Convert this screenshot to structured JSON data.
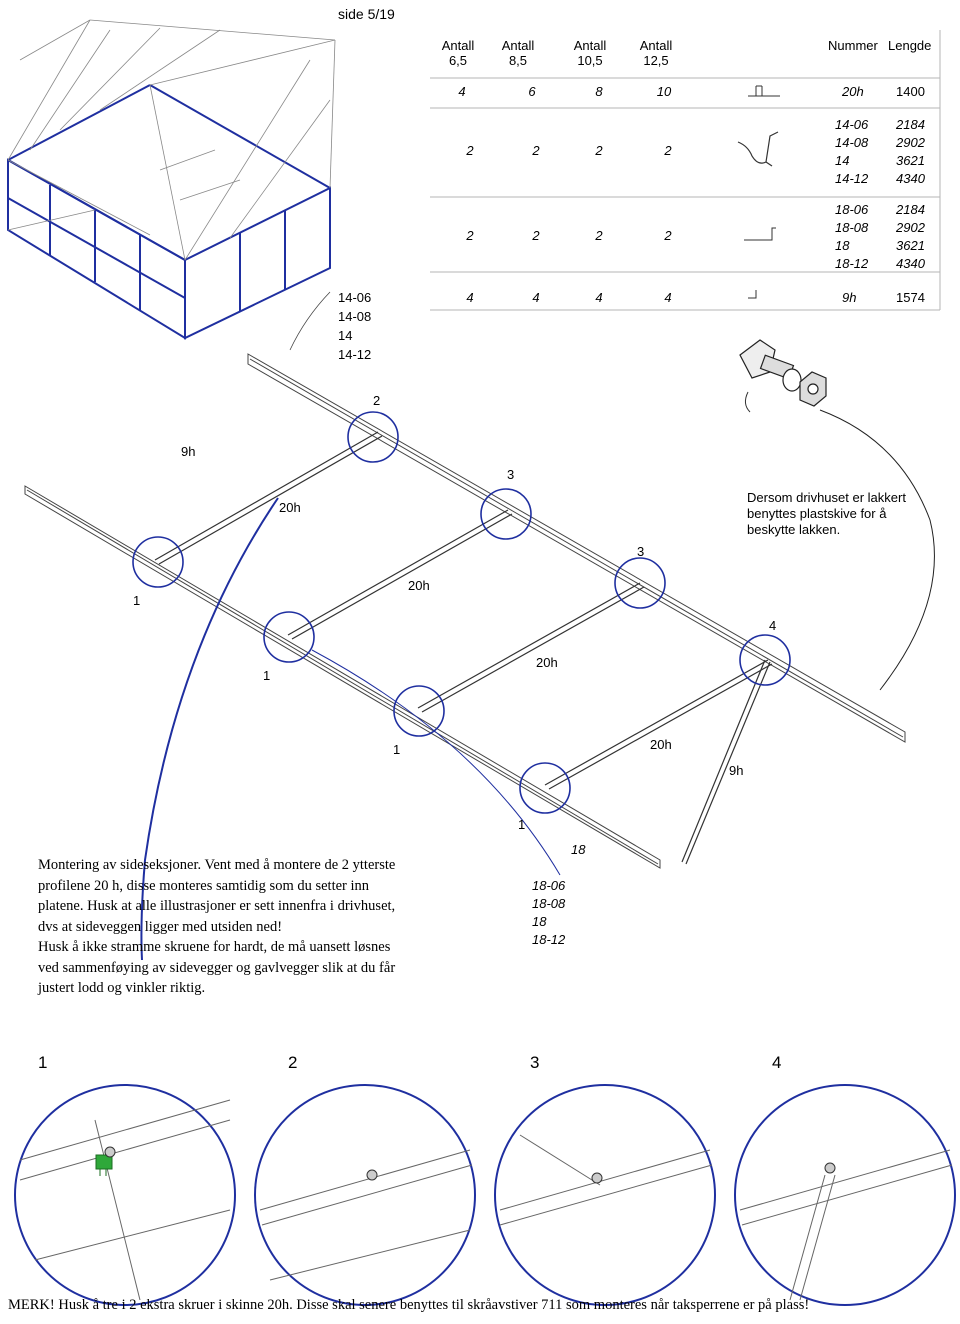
{
  "page_label": "side 5/19",
  "table": {
    "headers": [
      "Antall 6,5",
      "Antall 8,5",
      "Antall 10,5",
      "Antall 12,5",
      "Nummer",
      "Lengde"
    ],
    "header_lines": [
      [
        "Antall",
        "6,5"
      ],
      [
        "Antall",
        "8,5"
      ],
      [
        "Antall",
        "10,5"
      ],
      [
        "Antall",
        "12,5"
      ]
    ],
    "nummer_label": "Nummer",
    "lengde_label": "Lengde",
    "rows": [
      {
        "qty": [
          "4",
          "6",
          "8",
          "10"
        ],
        "icon": "rail-profile-icon",
        "numbers": [
          "20h"
        ],
        "lengths": [
          "1400"
        ]
      },
      {
        "qty": [
          "2",
          "2",
          "2",
          "2"
        ],
        "icon": "gutter-profile-icon",
        "numbers": [
          "14-06",
          "14-08",
          "14",
          "14-12"
        ],
        "lengths": [
          "2184",
          "2902",
          "3621",
          "4340"
        ]
      },
      {
        "qty": [
          "2",
          "2",
          "2",
          "2"
        ],
        "icon": "angle-profile-icon",
        "numbers": [
          "18-06",
          "18-08",
          "18",
          "18-12"
        ],
        "lengths": [
          "2184",
          "2902",
          "3621",
          "4340"
        ]
      },
      {
        "qty": [
          "4",
          "4",
          "4",
          "4"
        ],
        "icon": "brace-profile-icon",
        "numbers": [
          "9h"
        ],
        "lengths": [
          "1574"
        ]
      }
    ]
  },
  "drawing_labels": {
    "left_group": [
      "14-06",
      "14-08",
      "14",
      "14-12"
    ],
    "bottom_group": [
      "18-06",
      "18-08",
      "18",
      "18-12"
    ],
    "l_18": "18",
    "l_2": "2",
    "l_9h_top": "9h",
    "l_3a": "3",
    "l_20h_a": "20h",
    "l_3b": "3",
    "l_1a": "1",
    "l_20h_b": "20h",
    "l_4": "4",
    "l_1b": "1",
    "l_20h_c": "20h",
    "l_1c": "1",
    "l_20h_d": "20h",
    "l_9h_right": "9h",
    "l_1d": "1"
  },
  "note_lacquer": "Dersom drivhuset er lakkert benyttes plastskive for å beskytte lakken.",
  "instructions": [
    "Montering av sideseksjoner. Vent med å montere de 2 ytterste profilene 20 h, disse monteres samtidig som du setter inn platene. Husk at alle illustrasjoner er sett innenfra i drivhuset, dvs at sideveggen ligger med utsiden ned!",
    "Husk å ikke stramme skruene for hardt, de må uansett løsnes ved sammenføying av sidevegger og gavlvegger slik at du får justert lodd og vinkler riktig."
  ],
  "details": [
    "1",
    "2",
    "3",
    "4"
  ],
  "footer_note": "MERK! Husk å tre i 2 ekstra skruer i skinne 20h. Disse skal senere benyttes til skråavstiver 711 som monteres når taksperrene er på plass!",
  "colors": {
    "callout_blue": "#1f2fa0",
    "detail_green": "#2fa83a",
    "table_rule": "#b5b5b5"
  }
}
